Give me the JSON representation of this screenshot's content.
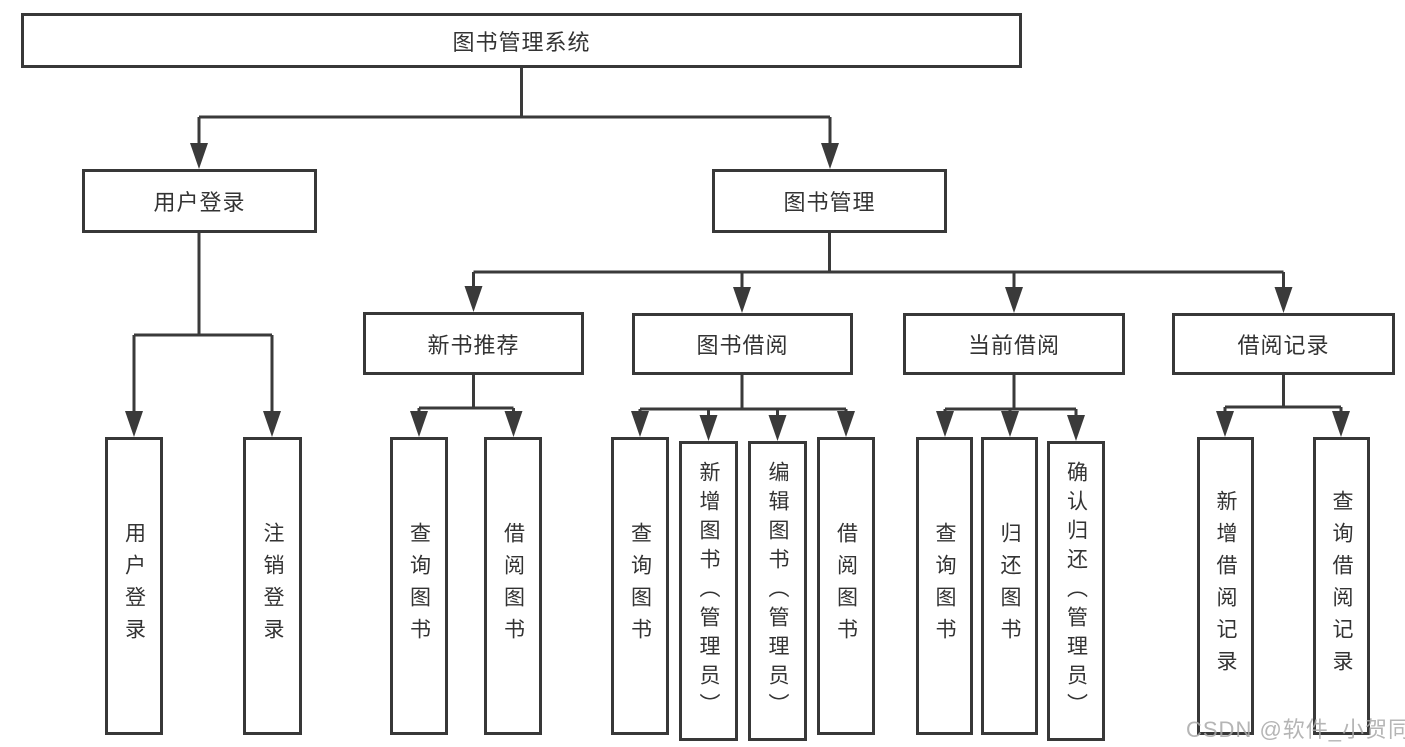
{
  "tree": {
    "label": "图书管理系统",
    "children": [
      {
        "label": "用户登录",
        "children": [
          {
            "label": "用户登录"
          },
          {
            "label": "注销登录"
          }
        ]
      },
      {
        "label": "图书管理",
        "children": [
          {
            "label": "新书推荐",
            "children": [
              {
                "label": "查询图书"
              },
              {
                "label": "借阅图书"
              }
            ]
          },
          {
            "label": "图书借阅",
            "children": [
              {
                "label": "查询图书"
              },
              {
                "label": "新增图书（管理员）"
              },
              {
                "label": "编辑图书（管理员）"
              },
              {
                "label": "借阅图书"
              }
            ]
          },
          {
            "label": "当前借阅",
            "children": [
              {
                "label": "查询图书"
              },
              {
                "label": "归还图书"
              },
              {
                "label": "确认归还（管理员）"
              }
            ]
          },
          {
            "label": "借阅记录",
            "children": [
              {
                "label": "新增借阅记录"
              },
              {
                "label": "查询借阅记录"
              }
            ]
          }
        ]
      }
    ]
  },
  "watermark": {
    "text": "CSDN @软件_小贺同学"
  },
  "colors": {
    "line": "#3a3a3a",
    "box_border": "#383838",
    "text": "#333333",
    "watermark": "#a9a9a9",
    "background": "#ffffff"
  }
}
